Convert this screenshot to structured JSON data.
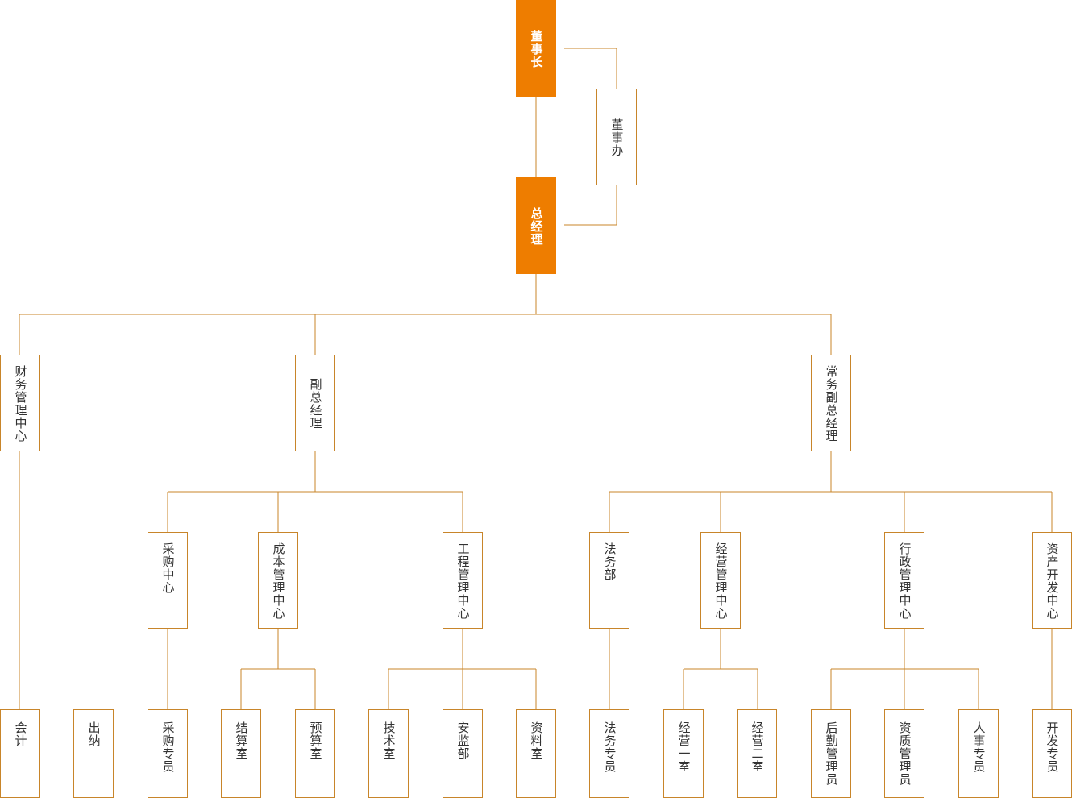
{
  "colors": {
    "accent": "#ee7d00",
    "line": "#c8852a",
    "text": "#333333"
  },
  "nodes": {
    "chairman": "董事长",
    "board_office": "董事办",
    "general_manager": "总经理",
    "finance_center": "财务管理中心",
    "vice_gm": "副总经理",
    "exec_vice_gm": "常务副总经理",
    "procurement_center": "采购中心",
    "cost_center": "成本管理中心",
    "engineering_center": "工程管理中心",
    "legal_dept": "法务部",
    "operations_center": "经营管理中心",
    "admin_center": "行政管理中心",
    "asset_dev_center": "资产开发中心",
    "accountant": "会计",
    "cashier": "出纳",
    "procurement_specialist": "采购专员",
    "settlement_office": "结算室",
    "budget_office": "预算室",
    "tech_office": "技术室",
    "safety_dept": "安监部",
    "archives_office": "资料室",
    "legal_specialist": "法务专员",
    "operations_office_1": "经营一室",
    "operations_office_2": "经营二室",
    "logistics_manager": "后勤管理员",
    "qualification_manager": "资质管理员",
    "hr_specialist": "人事专员",
    "development_specialist": "开发专员"
  }
}
